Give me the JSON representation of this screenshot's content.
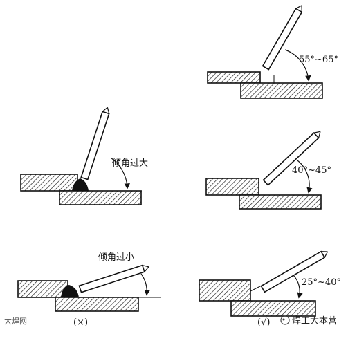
{
  "diagram": {
    "angle_labels": {
      "good_1": "55°~65°",
      "good_2": "40°~45°",
      "good_3": "25°~40°"
    },
    "error_labels": {
      "too_large": "倾角过大",
      "too_small": "倾角过小"
    },
    "column_marks": {
      "wrong": "(×)",
      "right": "(√)"
    },
    "watermark_left": "大焊网",
    "brand_right": "焊工大本营"
  }
}
